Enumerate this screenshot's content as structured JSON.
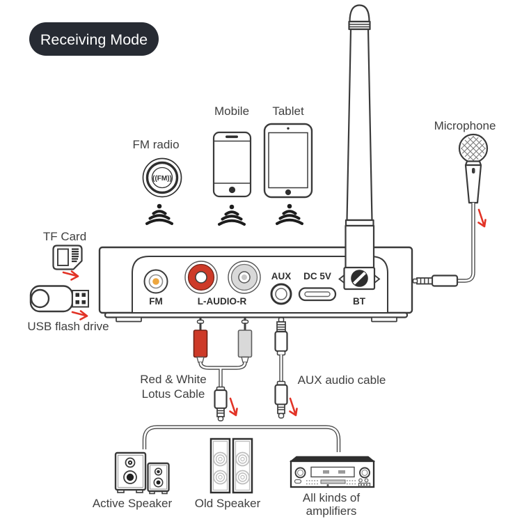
{
  "badge": {
    "label": "Receiving Mode"
  },
  "wireless_sources": {
    "fm_radio": {
      "label": "FM radio",
      "icon_text": "((FM))"
    },
    "mobile": {
      "label": "Mobile"
    },
    "tablet": {
      "label": "Tablet"
    }
  },
  "microphone": {
    "label": "Microphone"
  },
  "storage_inputs": {
    "tf_card": {
      "label": "TF Card"
    },
    "usb_flash_drive": {
      "label": "USB flash drive"
    }
  },
  "receiver_panel": {
    "fm_port": "FM",
    "rca_ports": "L-AUDIO-R",
    "aux_port": "AUX",
    "power_port": "DC 5V",
    "antenna_port": "BT"
  },
  "cables": {
    "lotus_cable": {
      "label_line1": "Red & White",
      "label_line2": "Lotus Cable"
    },
    "aux_cable": {
      "label": "AUX audio cable"
    }
  },
  "outputs": {
    "active_speaker": {
      "label": "Active Speaker"
    },
    "old_speaker": {
      "label": "Old Speaker"
    },
    "amplifier": {
      "label_line1": "All kinds of",
      "label_line2": "amplifiers"
    }
  },
  "colors": {
    "badge_bg": "#272b33",
    "line": "#3a3a3a",
    "rca_red": "#cd3a28",
    "rca_white": "#d9d9d9",
    "fm_center": "#eda63e",
    "arrow_red": "#e23326",
    "driver_gray": "#bdbdbd"
  }
}
